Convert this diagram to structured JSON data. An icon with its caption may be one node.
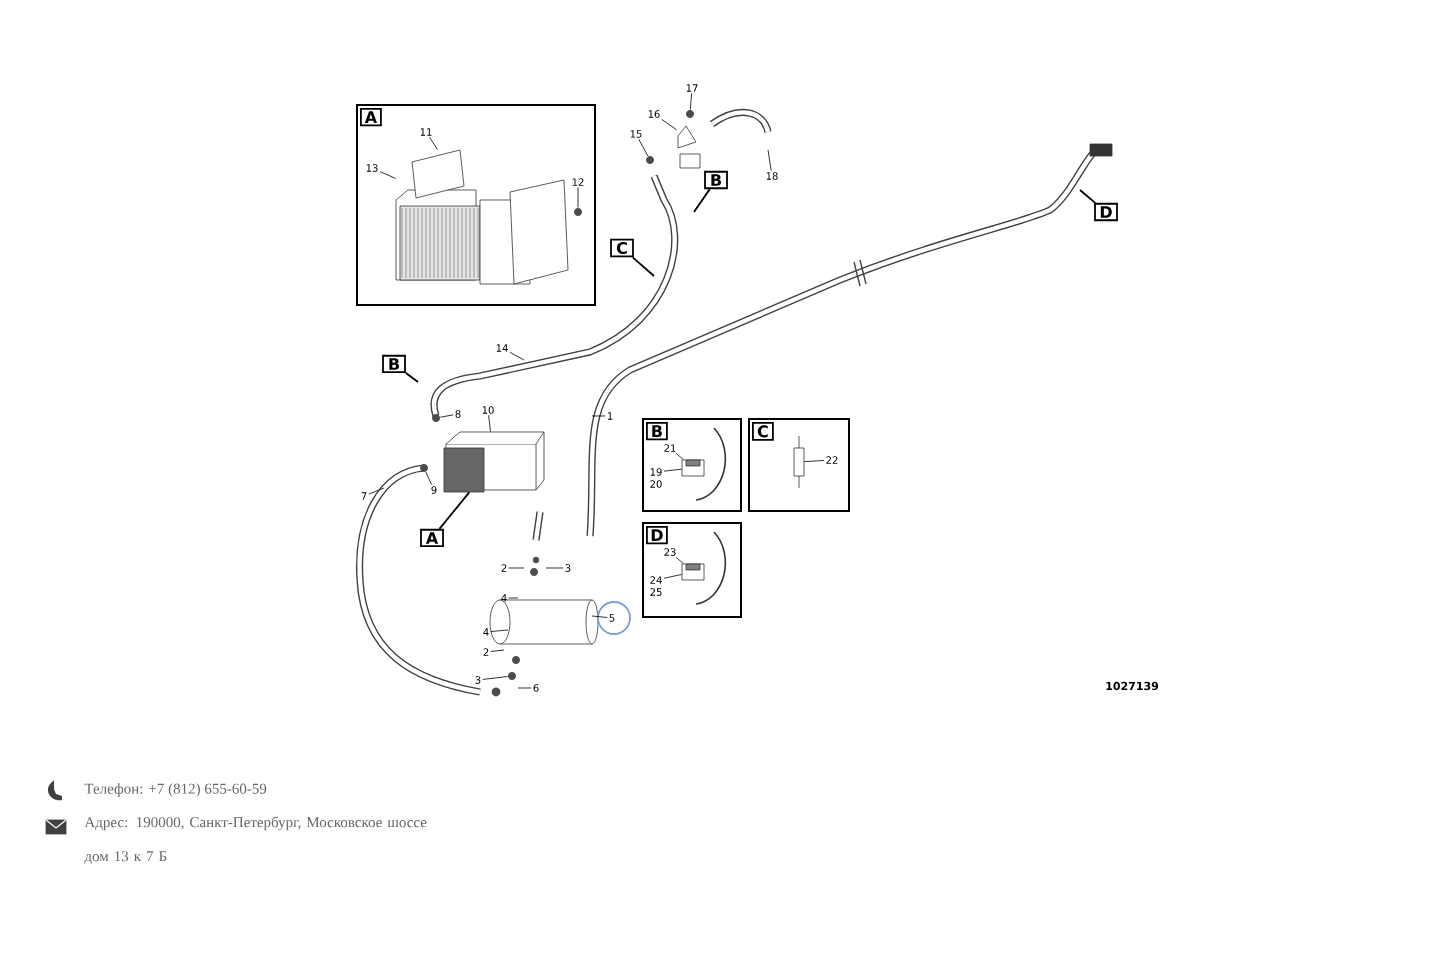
{
  "diagram": {
    "nodes": [
      {
        "text": [
          "A"
        ]
      },
      {
        "text": [
          "11"
        ],
        "in": 0
      },
      {
        "text": [
          "13"
        ],
        "in": 0
      },
      {
        "text": [
          "12"
        ],
        "in": 0
      },
      {
        "text": [
          "15"
        ]
      },
      {
        "text": [
          "16"
        ]
      },
      {
        "text": [
          "17"
        ]
      },
      {
        "text": [
          "18"
        ]
      },
      {
        "text": [
          "B"
        ]
      },
      {
        "text": [
          "C"
        ]
      },
      {
        "text": [
          "D"
        ]
      },
      {
        "text": [
          "14"
        ]
      },
      {
        "text": [
          "B"
        ]
      },
      {
        "text": [
          "10"
        ]
      },
      {
        "text": [
          "8"
        ]
      },
      {
        "text": [
          "9"
        ]
      },
      {
        "text": [
          "7"
        ]
      },
      {
        "text": [
          "1"
        ]
      },
      {
        "text": [
          "A"
        ]
      },
      {
        "text": [
          "2"
        ]
      },
      {
        "text": [
          "3"
        ]
      },
      {
        "text": [
          "4"
        ]
      },
      {
        "text": [
          "5"
        ]
      },
      {
        "text": [
          "4"
        ]
      },
      {
        "text": [
          "2"
        ]
      },
      {
        "text": [
          "3"
        ]
      },
      {
        "text": [
          "6"
        ]
      },
      {
        "text": [
          "B"
        ]
      },
      {
        "text": [
          "21"
        ],
        "in": 27
      },
      {
        "text": [
          "19"
        ],
        "in": 27
      },
      {
        "text": [
          "20"
        ],
        "in": 27
      },
      {
        "text": [
          "C"
        ]
      },
      {
        "text": [
          "22"
        ],
        "in": 31
      },
      {
        "text": [
          "D"
        ]
      },
      {
        "text": [
          "23"
        ],
        "in": 33
      },
      {
        "text": [
          "24"
        ],
        "in": 33
      },
      {
        "text": [
          "25"
        ],
        "in": 33
      },
      {
        "text": [],
        "shape": "picture",
        "in": 0
      },
      {
        "text": [],
        "shape": "circle",
        "in": 0
      },
      {
        "text": [],
        "shape": "circle"
      },
      {
        "text": [],
        "shape": "picture"
      },
      {
        "text": [],
        "shape": "circle"
      },
      {
        "text": [],
        "shape": "picture"
      },
      {
        "text": [],
        "shape": "circle"
      },
      {
        "text": [],
        "shape": "circle"
      },
      {
        "text": [],
        "shape": "circle"
      },
      {
        "text": [],
        "shape": "picture",
        "in": 27
      },
      {
        "text": [],
        "shape": "box",
        "in": 31
      },
      {
        "text": [],
        "shape": "picture",
        "in": 33
      }
    ],
    "edges": [
      {
        "from": 1,
        "to": 37,
        "arrow": "none"
      },
      {
        "from": 2,
        "to": 37,
        "arrow": "none"
      },
      {
        "from": 3,
        "to": 38,
        "arrow": "none"
      },
      {
        "from": 4,
        "to": 39,
        "arrow": "none"
      },
      {
        "from": 5,
        "to": 40,
        "arrow": "none"
      },
      {
        "from": 6,
        "to": 41,
        "arrow": "none"
      },
      {
        "from": 7,
        "to": null,
        "arrow": "none"
      },
      {
        "from": 8,
        "to": null,
        "arrow": "none"
      },
      {
        "from": 9,
        "to": null,
        "arrow": "none"
      },
      {
        "from": 10,
        "to": null,
        "arrow": "none"
      },
      {
        "from": 11,
        "to": null,
        "arrow": "none"
      },
      {
        "from": 12,
        "to": null,
        "arrow": "none"
      },
      {
        "from": 13,
        "to": 42,
        "arrow": "none"
      },
      {
        "from": 14,
        "to": 43,
        "arrow": "none"
      },
      {
        "from": 15,
        "to": 44,
        "arrow": "none"
      },
      {
        "from": 16,
        "to": null,
        "arrow": "none"
      },
      {
        "from": 17,
        "to": null,
        "arrow": "none"
      },
      {
        "from": 18,
        "to": 42,
        "arrow": "none"
      },
      {
        "from": 19,
        "to": null,
        "arrow": "none"
      },
      {
        "from": 20,
        "to": null,
        "arrow": "none"
      },
      {
        "from": 21,
        "to": null,
        "arrow": "none"
      },
      {
        "from": 22,
        "to": null,
        "arrow": "none"
      },
      {
        "from": 23,
        "to": null,
        "arrow": "none"
      },
      {
        "from": 24,
        "to": null,
        "arrow": "none"
      },
      {
        "from": 25,
        "to": 45,
        "arrow": "none"
      },
      {
        "from": 26,
        "to": null,
        "arrow": "none"
      },
      {
        "from": 28,
        "to": 46,
        "arrow": "none"
      },
      {
        "from": 29,
        "to": 46,
        "arrow": "none"
      },
      {
        "from": 32,
        "to": 47,
        "arrow": "none"
      },
      {
        "from": 34,
        "to": 48,
        "arrow": "none"
      },
      {
        "from": 35,
        "to": 48,
        "arrow": "none"
      }
    ],
    "labels": [
      "1027139",
      "Телефон: +7 (812) 655-60-59",
      "Адрес: 190000, Санкт-Петербург, Московское шоссе дом 13 к 7 Б"
    ]
  }
}
